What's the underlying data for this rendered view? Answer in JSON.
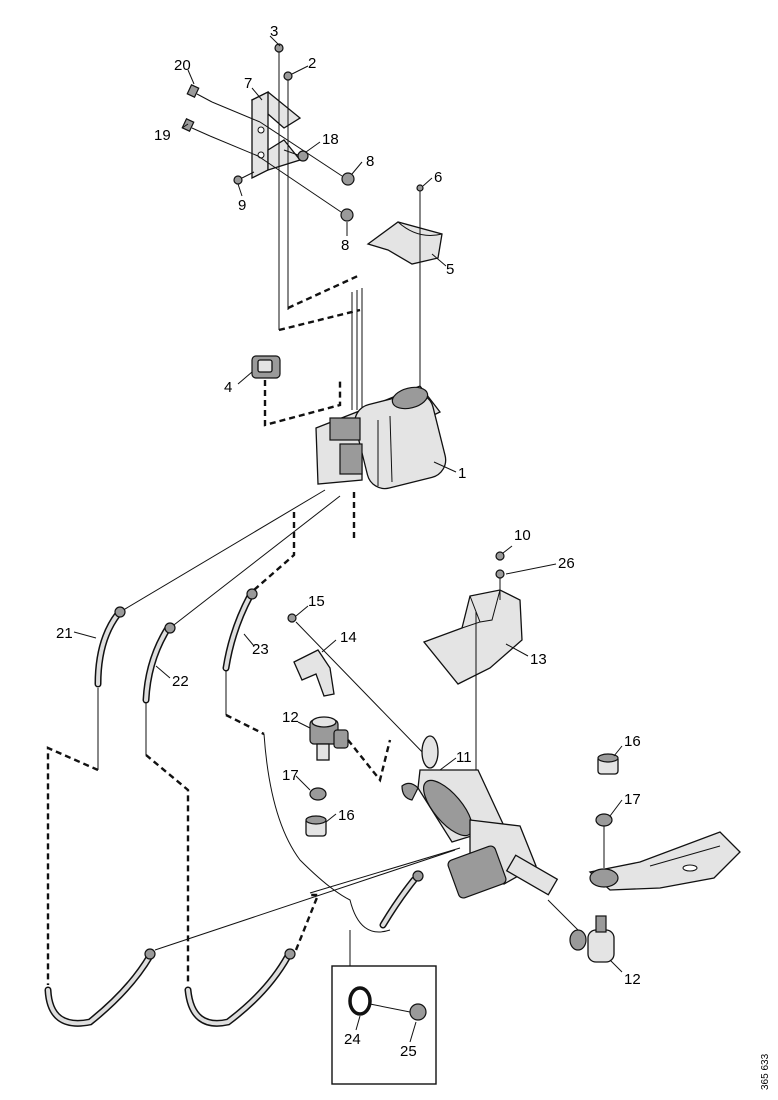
{
  "figure_ref": "365 633",
  "callouts": [
    {
      "id": "c1",
      "text": "1"
    },
    {
      "id": "c2",
      "text": "2"
    },
    {
      "id": "c3",
      "text": "3"
    },
    {
      "id": "c4",
      "text": "4"
    },
    {
      "id": "c5",
      "text": "5"
    },
    {
      "id": "c6",
      "text": "6"
    },
    {
      "id": "c7",
      "text": "7"
    },
    {
      "id": "c8a",
      "text": "8"
    },
    {
      "id": "c8b",
      "text": "8"
    },
    {
      "id": "c9",
      "text": "9"
    },
    {
      "id": "c10",
      "text": "10"
    },
    {
      "id": "c11",
      "text": "11"
    },
    {
      "id": "c12a",
      "text": "12"
    },
    {
      "id": "c12b",
      "text": "12"
    },
    {
      "id": "c13",
      "text": "13"
    },
    {
      "id": "c14",
      "text": "14"
    },
    {
      "id": "c15",
      "text": "15"
    },
    {
      "id": "c16a",
      "text": "16"
    },
    {
      "id": "c16b",
      "text": "16"
    },
    {
      "id": "c17a",
      "text": "17"
    },
    {
      "id": "c17b",
      "text": "17"
    },
    {
      "id": "c18",
      "text": "18"
    },
    {
      "id": "c19",
      "text": "19"
    },
    {
      "id": "c20",
      "text": "20"
    },
    {
      "id": "c21",
      "text": "21"
    },
    {
      "id": "c22",
      "text": "22"
    },
    {
      "id": "c23",
      "text": "23"
    },
    {
      "id": "c24",
      "text": "24"
    },
    {
      "id": "c25",
      "text": "25"
    },
    {
      "id": "c26",
      "text": "26"
    }
  ],
  "colors": {
    "line": "#111111",
    "part_fill": "#e4e4e4",
    "shade": "#9a9a9a",
    "background": "#ffffff"
  }
}
